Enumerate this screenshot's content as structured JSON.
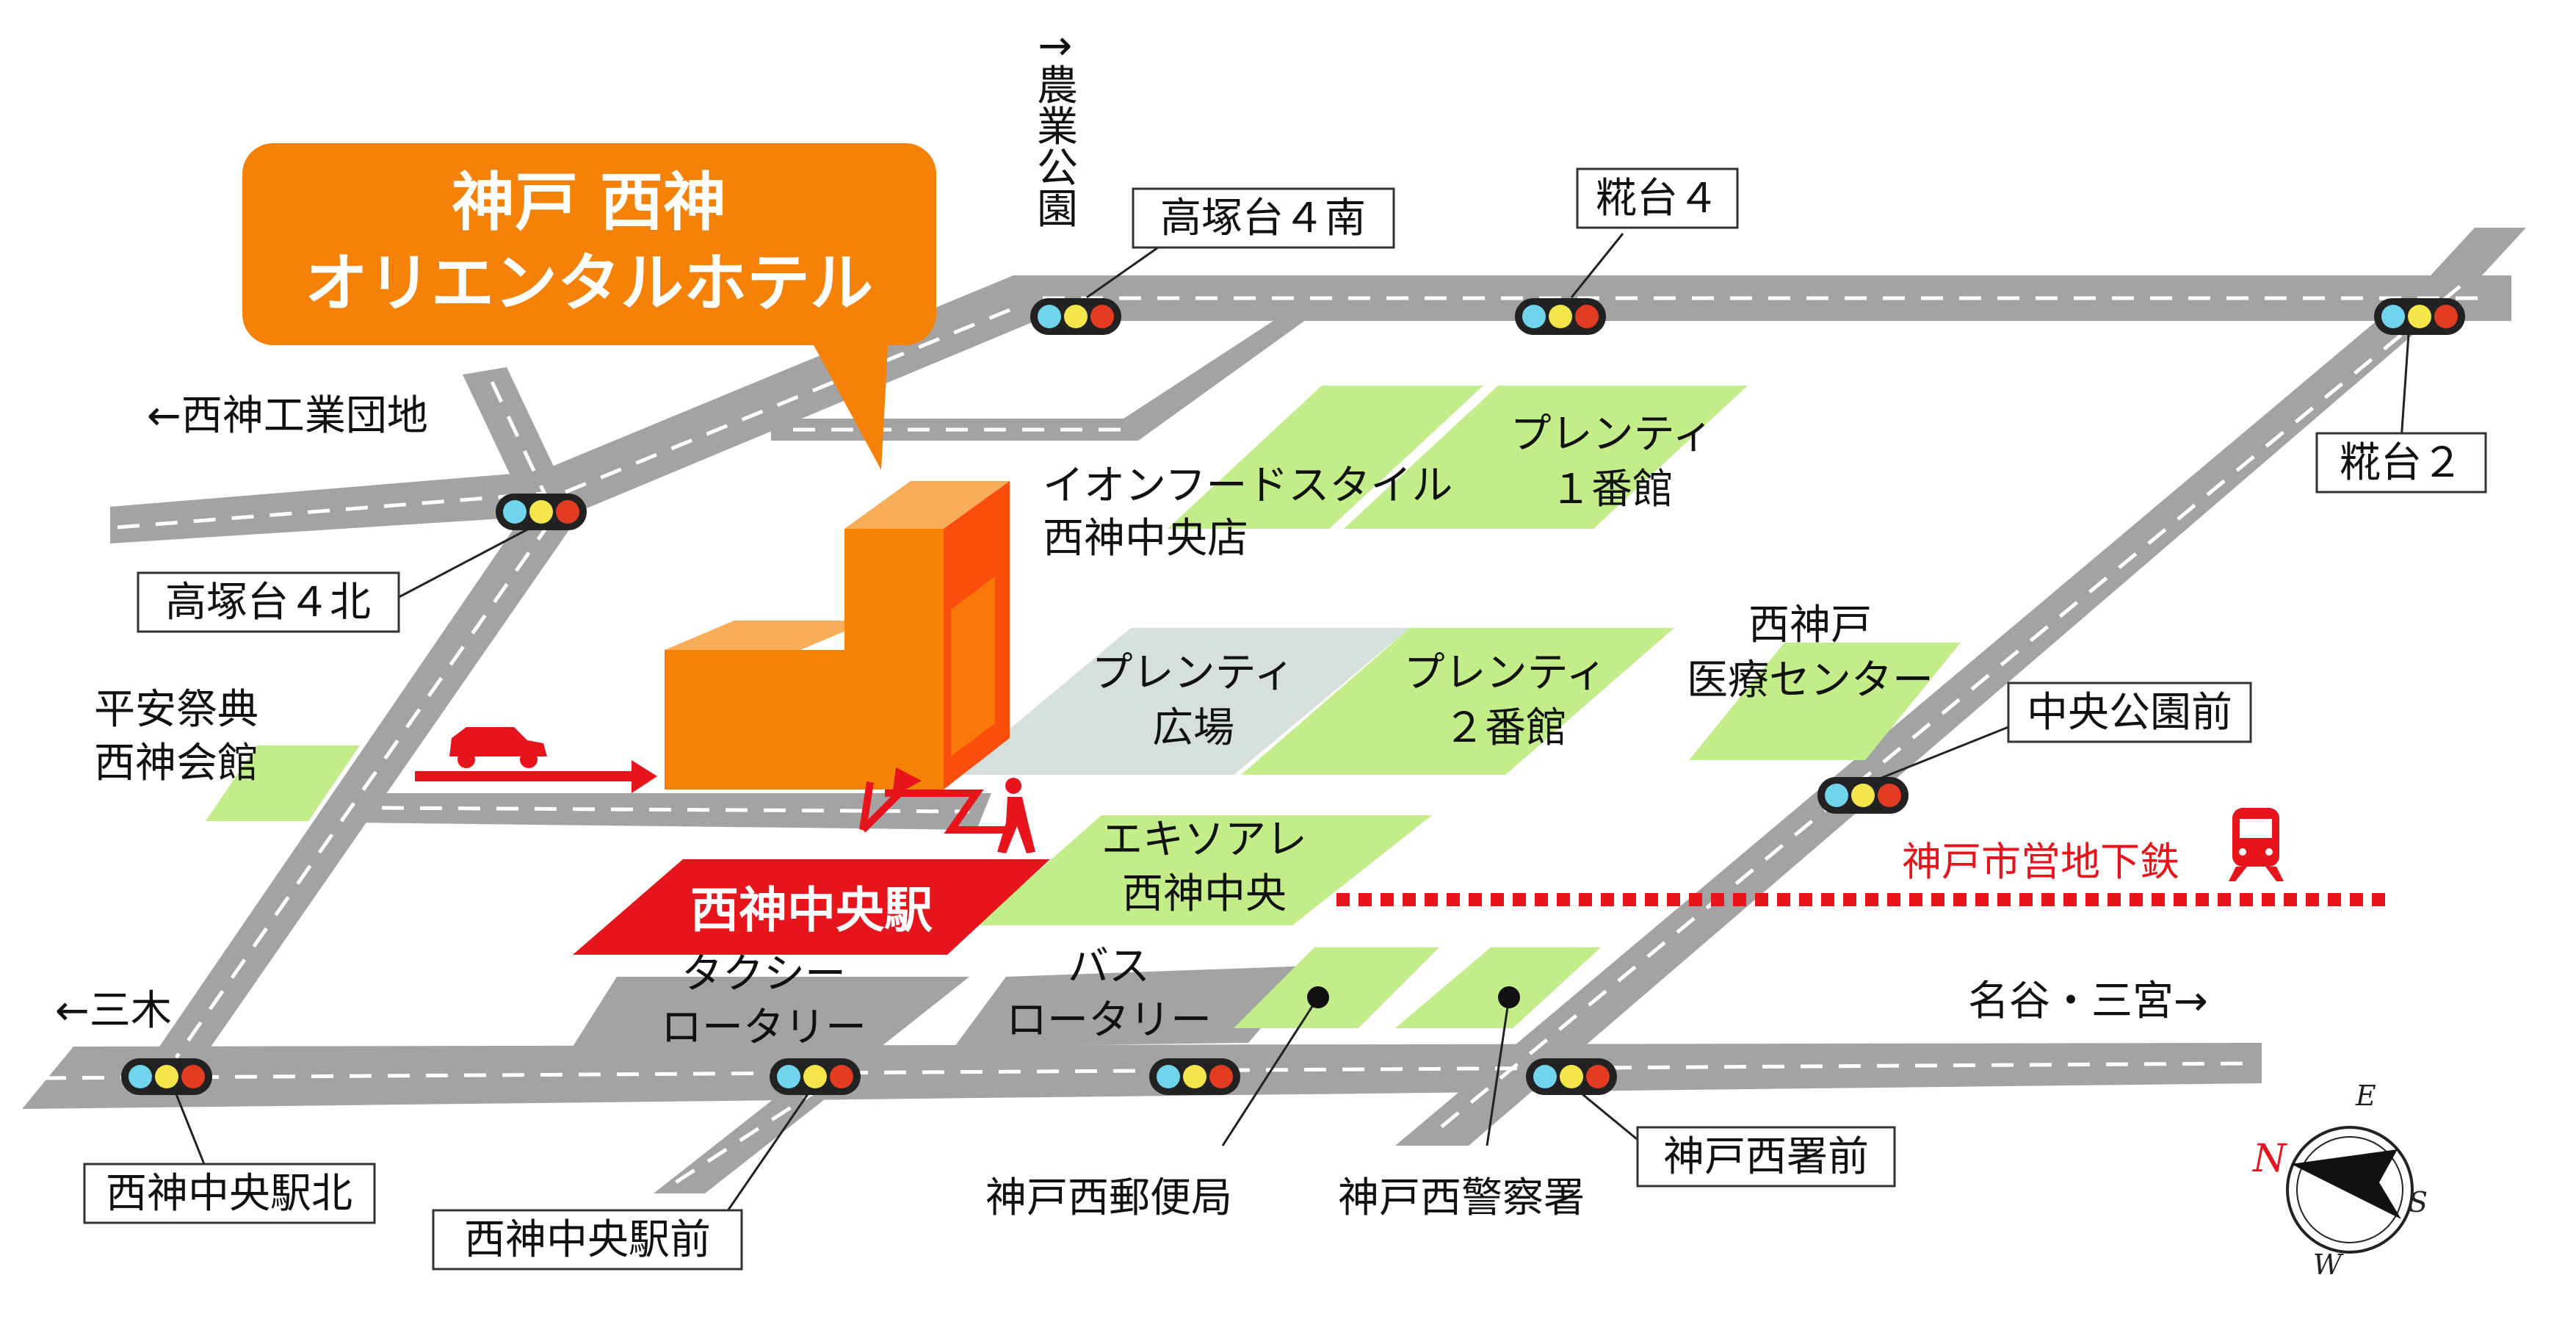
{
  "hotel": {
    "name_line1": "神戸 西神",
    "name_line2": "オリエンタルホテル"
  },
  "station": {
    "name": "西神中央駅"
  },
  "subway": {
    "name": "神戸市営地下鉄"
  },
  "directions": {
    "nogyo_koen": "↑農業公園",
    "seishin_kogyo": "←西神工業団地",
    "miki": "←三木",
    "myodani_sannomiya": "名谷・三宮→"
  },
  "intersections": {
    "takatsukadai4minami": "高塚台４南",
    "kojidai4": "糀台４",
    "kojidai2": "糀台２",
    "takatsukadai4kita": "高塚台４北",
    "chuo_koen_mae": "中央公園前",
    "seishin_chuo_eki_kita": "西神中央駅北",
    "seishin_chuo_ekimae": "西神中央駅前",
    "kobe_nishi_sho_mae": "神戸西署前"
  },
  "places": {
    "aeon_line1": "イオンフードスタイル",
    "aeon_line2": "西神中央店",
    "plenty1_line1": "プレンティ",
    "plenty1_line2": "１番館",
    "plenty_plaza_line1": "プレンティ",
    "plenty_plaza_line2": "広場",
    "plenty2_line1": "プレンティ",
    "plenty2_line2": "２番館",
    "medical_line1": "西神戸",
    "medical_line2": "医療センター",
    "heian_line1": "平安祭典",
    "heian_line2": "西神会館",
    "ekisoale_line1": "エキソアレ",
    "ekisoale_line2": "西神中央",
    "taxi_line1": "タクシー",
    "taxi_line2": "ロータリー",
    "bus_line1": "バス",
    "bus_line2": "ロータリー",
    "post_office": "神戸西郵便局",
    "police": "神戸西警察署"
  },
  "compass": {
    "north": "N",
    "east": "E",
    "south": "S",
    "west": "W"
  },
  "colors": {
    "road": "#a3a3a3",
    "green_block": "#c3ed88",
    "plaza": "#d5dfdb",
    "hotel_orange": "#f58207",
    "accent_red": "#e8141c"
  }
}
